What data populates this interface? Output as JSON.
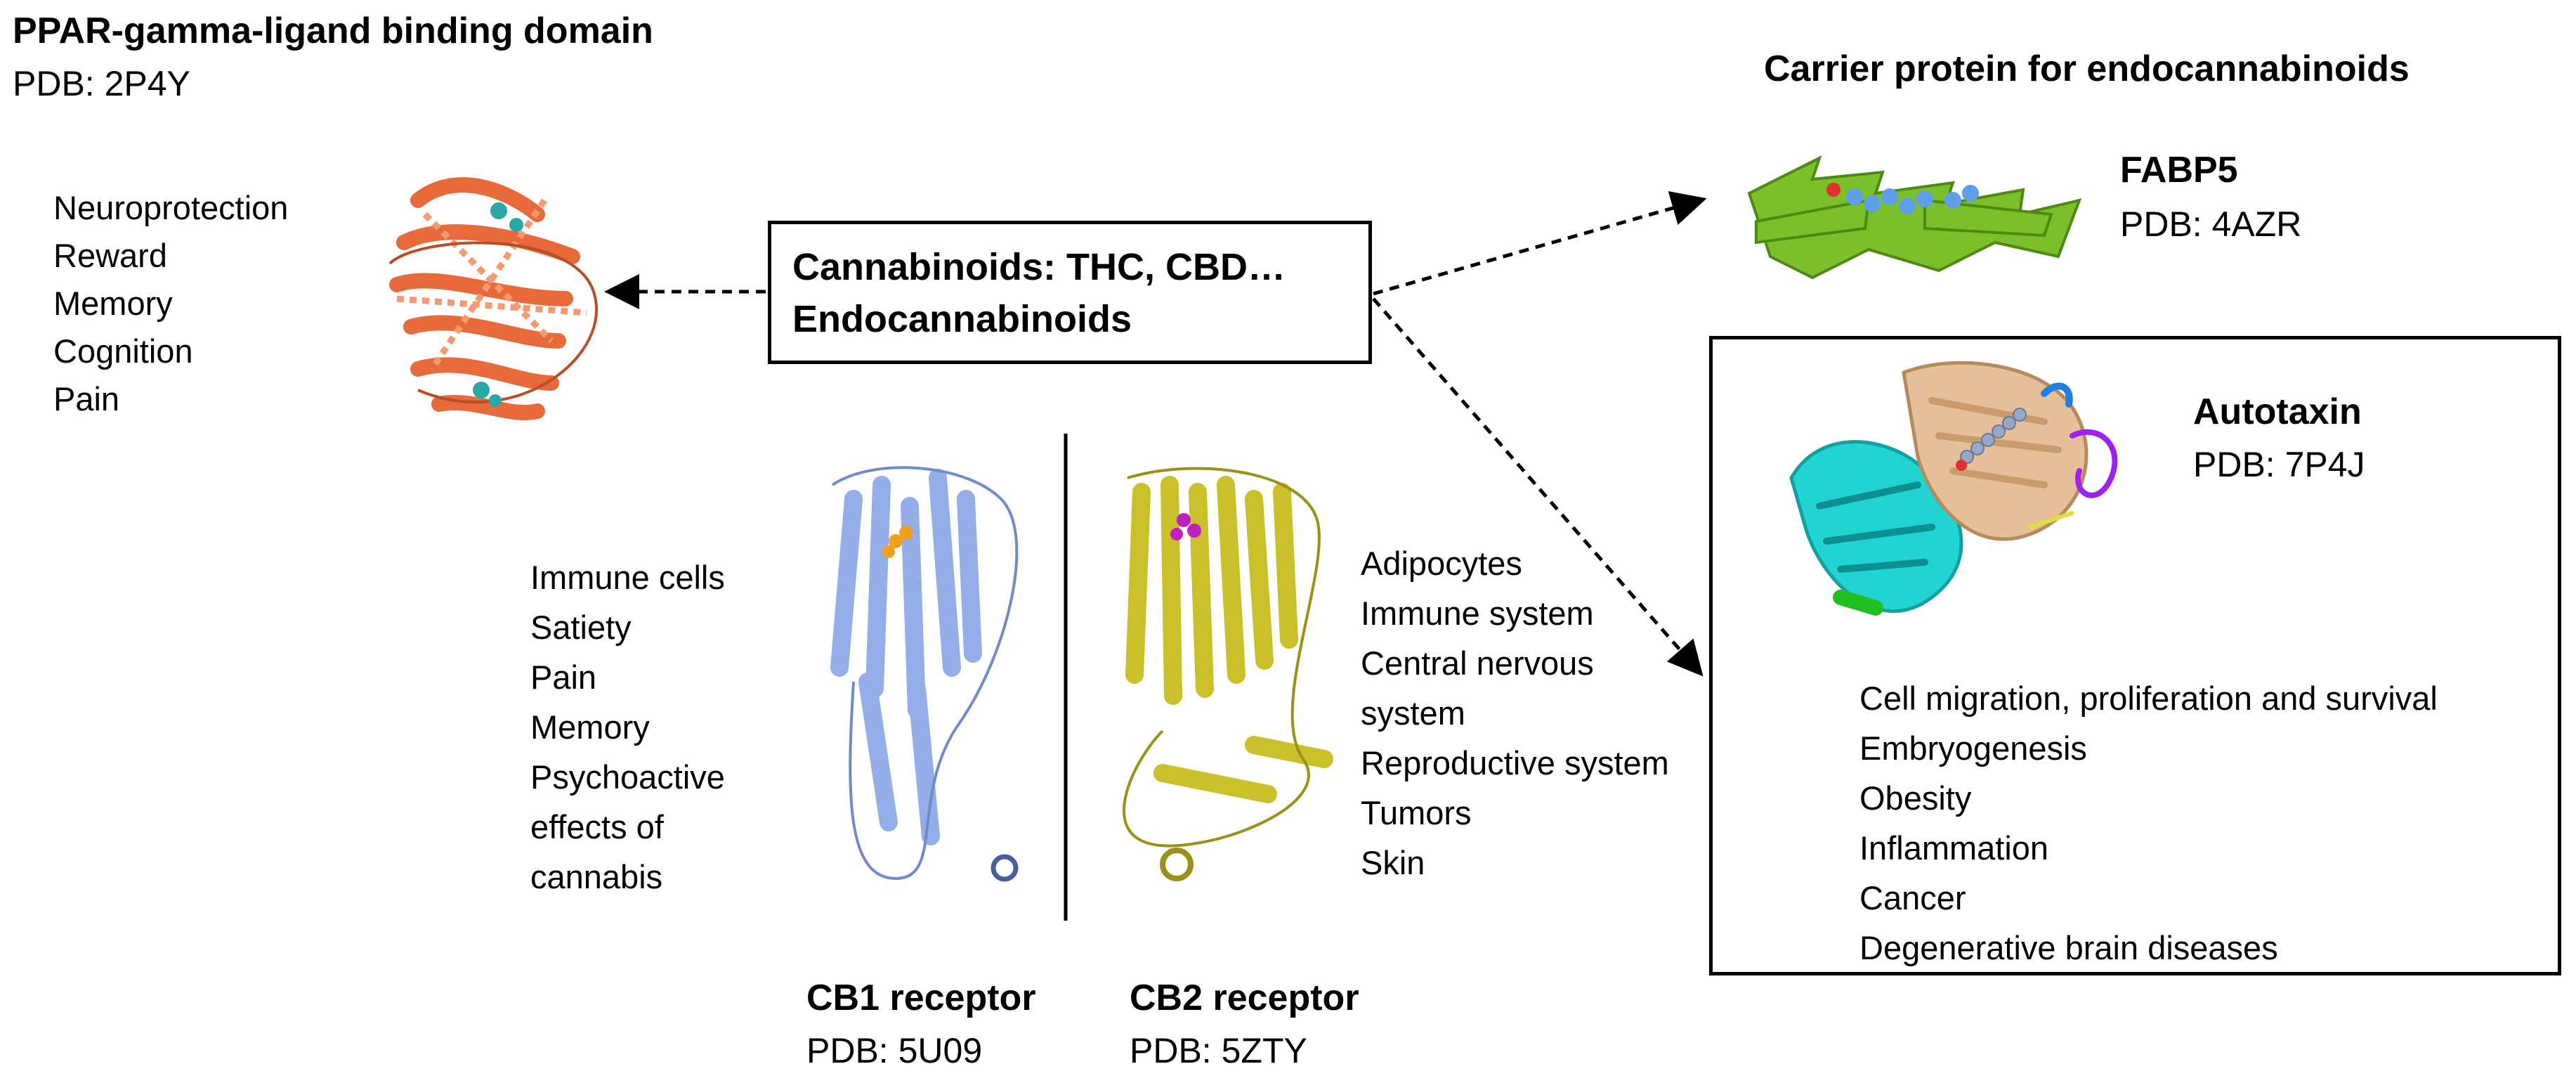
{
  "pparg": {
    "title": "PPAR-gamma-ligand binding domain",
    "pdb": "PDB: 2P4Y",
    "functions": [
      "Neuroprotection",
      "Reward",
      "Memory",
      "Cognition",
      "Pain"
    ],
    "color": "#f07a4a"
  },
  "center": {
    "line1": "Cannabinoids: THC, CBD…",
    "line2": "Endocannabinoids"
  },
  "carrier": {
    "heading": "Carrier protein for endocannabinoids",
    "name": "FABP5",
    "pdb": "PDB: 4AZR",
    "color": "#7ac02a"
  },
  "autotaxin": {
    "name": "Autotaxin",
    "pdb": "PDB: 7P4J",
    "functions": [
      "Cell migration, proliferation and survival",
      "Embryogenesis",
      "Obesity",
      "Inflammation",
      "Cancer",
      "Degenerative brain diseases"
    ],
    "color_main": "#22d3d3",
    "color_secondary": "#e6c09a"
  },
  "cb1": {
    "name": "CB1 receptor",
    "pdb": "PDB: 5U09",
    "functions": [
      "Immune cells",
      "Satiety",
      "Pain",
      "Memory",
      "Psychoactive",
      "effects of",
      "cannabis"
    ],
    "color": "#93aee8"
  },
  "cb2": {
    "name": "CB2 receptor",
    "pdb": "PDB: 5ZTY",
    "functions": [
      "Adipocytes",
      "Immune system",
      "Central nervous",
      "system",
      "Reproductive system",
      "Tumors",
      "Skin"
    ],
    "color": "#c9c02a"
  }
}
